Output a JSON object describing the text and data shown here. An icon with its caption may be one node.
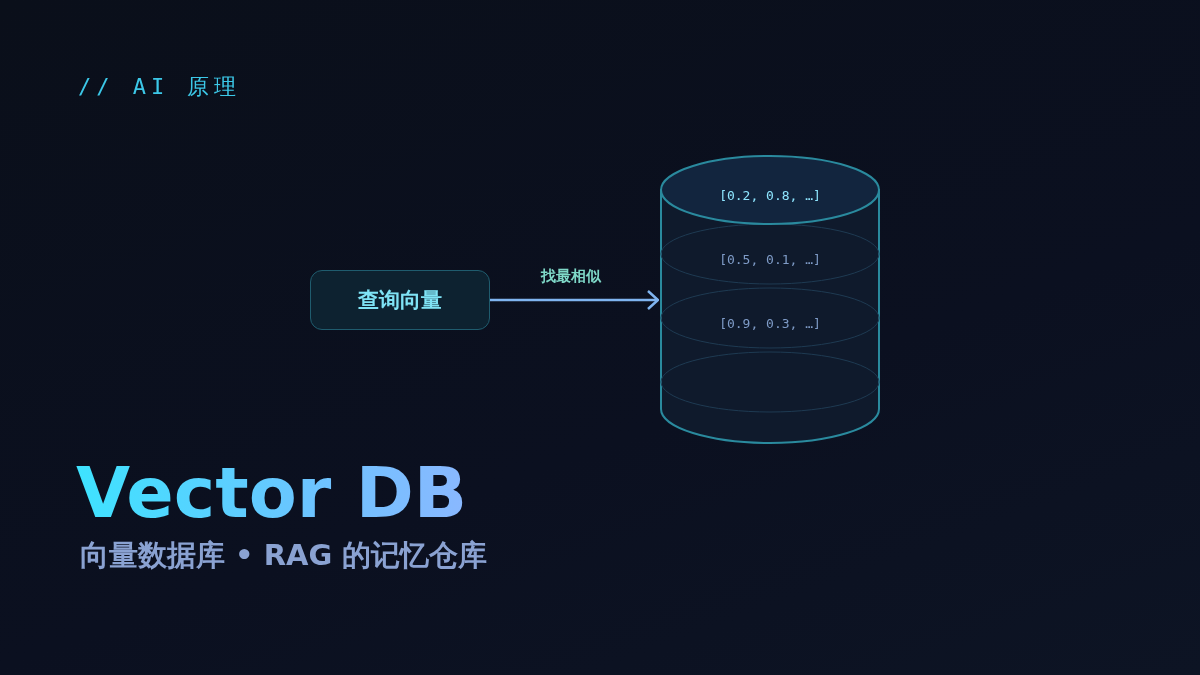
{
  "diagram": {
    "title": "Vector DB",
    "caption": "向量数据库 • RAG 的记忆仓库",
    "nodes": [
      {
        "text": [
          "查询向量"
        ]
      },
      {
        "text": [
          "[0.2, 0.8, …]",
          "[0.5, 0.1, …]",
          "[0.9, 0.3, …]"
        ]
      }
    ],
    "edges": [
      {
        "from": 0,
        "to": 1,
        "arrow": "to",
        "label": "找最相似"
      }
    ],
    "labels": [
      "// AI 原理"
    ]
  }
}
